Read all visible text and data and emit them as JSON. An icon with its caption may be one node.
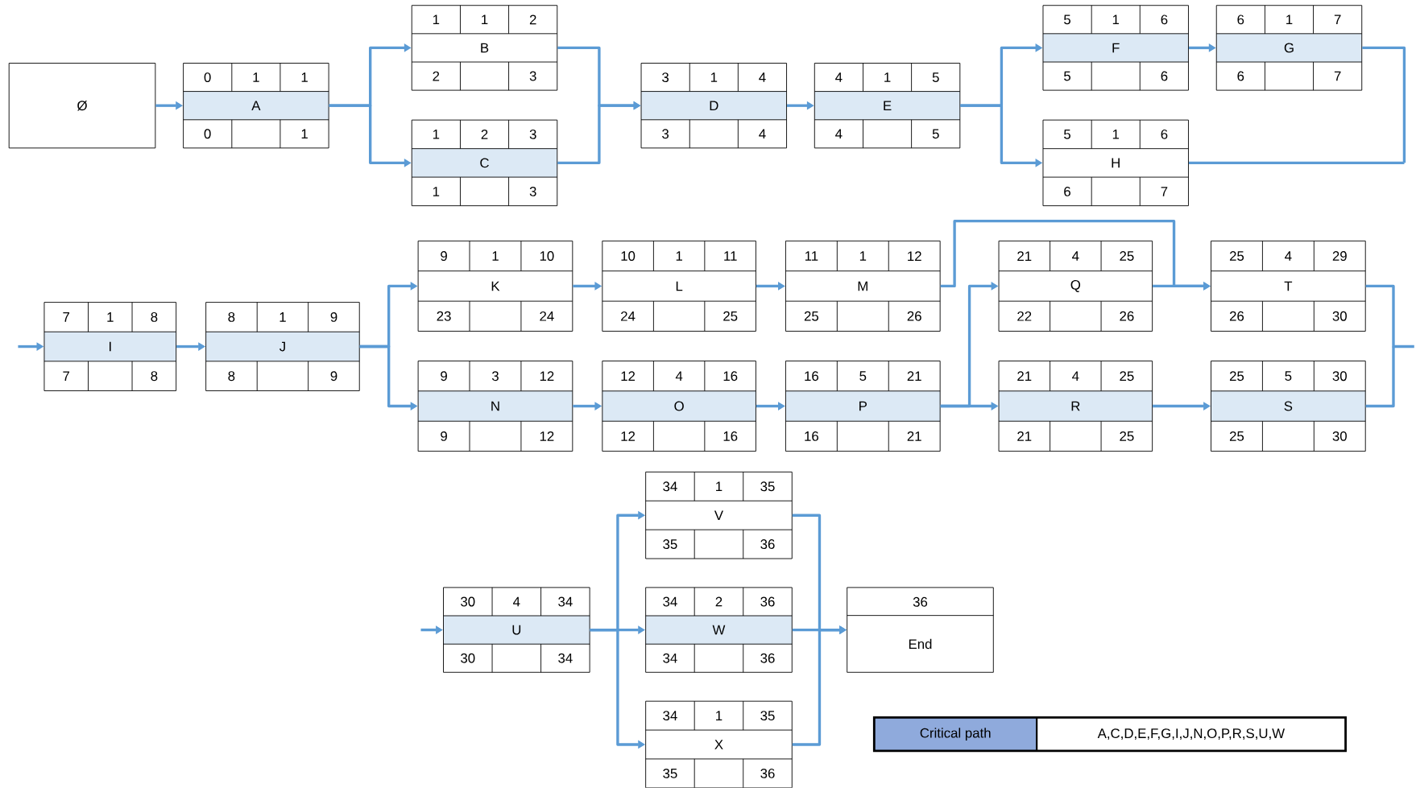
{
  "diagram": {
    "nodes": [
      {
        "text": [
          "Ø"
        ]
      },
      {
        "text": [
          "0",
          "1",
          "1",
          "A",
          "0",
          "1"
        ]
      },
      {
        "text": [
          "1",
          "1",
          "2",
          "B",
          "2",
          "3"
        ]
      },
      {
        "text": [
          "1",
          "2",
          "3",
          "C",
          "1",
          "3"
        ]
      },
      {
        "text": [
          "3",
          "1",
          "4",
          "D",
          "3",
          "4"
        ]
      },
      {
        "text": [
          "4",
          "1",
          "5",
          "E",
          "4",
          "5"
        ]
      },
      {
        "text": [
          "5",
          "1",
          "6",
          "F",
          "5",
          "6"
        ]
      },
      {
        "text": [
          "6",
          "1",
          "7",
          "G",
          "6",
          "7"
        ]
      },
      {
        "text": [
          "5",
          "1",
          "6",
          "H",
          "6",
          "7"
        ]
      },
      {
        "text": [
          "7",
          "1",
          "8",
          "I",
          "7",
          "8"
        ]
      },
      {
        "text": [
          "8",
          "1",
          "9",
          "J",
          "8",
          "9"
        ]
      },
      {
        "text": [
          "9",
          "1",
          "10",
          "K",
          "23",
          "24"
        ]
      },
      {
        "text": [
          "10",
          "1",
          "11",
          "L",
          "24",
          "25"
        ]
      },
      {
        "text": [
          "11",
          "1",
          "12",
          "M",
          "25",
          "26"
        ]
      },
      {
        "text": [
          "21",
          "4",
          "25",
          "Q",
          "22",
          "26"
        ]
      },
      {
        "text": [
          "25",
          "4",
          "29",
          "T",
          "26",
          "30"
        ]
      },
      {
        "text": [
          "9",
          "3",
          "12",
          "N",
          "9",
          "12"
        ]
      },
      {
        "text": [
          "12",
          "4",
          "16",
          "O",
          "12",
          "16"
        ]
      },
      {
        "text": [
          "16",
          "5",
          "21",
          "P",
          "16",
          "21"
        ]
      },
      {
        "text": [
          "21",
          "4",
          "25",
          "R",
          "21",
          "25"
        ]
      },
      {
        "text": [
          "25",
          "5",
          "30",
          "S",
          "25",
          "30"
        ]
      },
      {
        "text": [
          "30",
          "4",
          "34",
          "U",
          "30",
          "34"
        ]
      },
      {
        "text": [
          "34",
          "1",
          "35",
          "V",
          "35",
          "36"
        ]
      },
      {
        "text": [
          "34",
          "2",
          "36",
          "W",
          "34",
          "36"
        ]
      },
      {
        "text": [
          "34",
          "1",
          "35",
          "X",
          "35",
          "36"
        ]
      },
      {
        "text": [
          "36",
          "End"
        ]
      }
    ],
    "edges": [
      {
        "from": 0,
        "to": 1,
        "arrow": "to"
      },
      {
        "from": 1,
        "to": 2,
        "arrow": "to"
      },
      {
        "from": 1,
        "to": 3,
        "arrow": "to"
      },
      {
        "from": 2,
        "to": 4,
        "arrow": "to"
      },
      {
        "from": 3,
        "to": 4,
        "arrow": "to"
      },
      {
        "from": 4,
        "to": 5,
        "arrow": "to"
      },
      {
        "from": 5,
        "to": 6,
        "arrow": "to"
      },
      {
        "from": 5,
        "to": 8,
        "arrow": "to"
      },
      {
        "from": 6,
        "to": 7,
        "arrow": "to"
      },
      {
        "from": 7,
        "to": null,
        "arrow": "none"
      },
      {
        "from": 8,
        "to": null,
        "arrow": "none"
      },
      {
        "from": null,
        "to": 9,
        "arrow": "to"
      },
      {
        "from": 9,
        "to": 10,
        "arrow": "to"
      },
      {
        "from": 10,
        "to": 11,
        "arrow": "to"
      },
      {
        "from": 10,
        "to": 16,
        "arrow": "to"
      },
      {
        "from": 11,
        "to": 12,
        "arrow": "to"
      },
      {
        "from": 12,
        "to": 13,
        "arrow": "to"
      },
      {
        "from": 13,
        "to": 15,
        "arrow": "to"
      },
      {
        "from": 16,
        "to": 17,
        "arrow": "to"
      },
      {
        "from": 17,
        "to": 18,
        "arrow": "to"
      },
      {
        "from": 18,
        "to": 14,
        "arrow": "to"
      },
      {
        "from": 18,
        "to": 19,
        "arrow": "to"
      },
      {
        "from": 14,
        "to": 15,
        "arrow": "to"
      },
      {
        "from": 19,
        "to": 20,
        "arrow": "to"
      },
      {
        "from": 15,
        "to": null,
        "arrow": "none"
      },
      {
        "from": 20,
        "to": null,
        "arrow": "none"
      },
      {
        "from": null,
        "to": 21,
        "arrow": "to"
      },
      {
        "from": 21,
        "to": 22,
        "arrow": "to"
      },
      {
        "from": 21,
        "to": 23,
        "arrow": "to"
      },
      {
        "from": 21,
        "to": 24,
        "arrow": "to"
      },
      {
        "from": 22,
        "to": 25,
        "arrow": "to"
      },
      {
        "from": 23,
        "to": 25,
        "arrow": "to"
      },
      {
        "from": 24,
        "to": 25,
        "arrow": "to"
      }
    ],
    "labels": [
      "A,C,D,E,F,G,I,J,N,O,P,R,S,U,W"
    ],
    "legend": [
      {
        "text": "Critical path",
        "color": "#8faadc"
      }
    ]
  }
}
